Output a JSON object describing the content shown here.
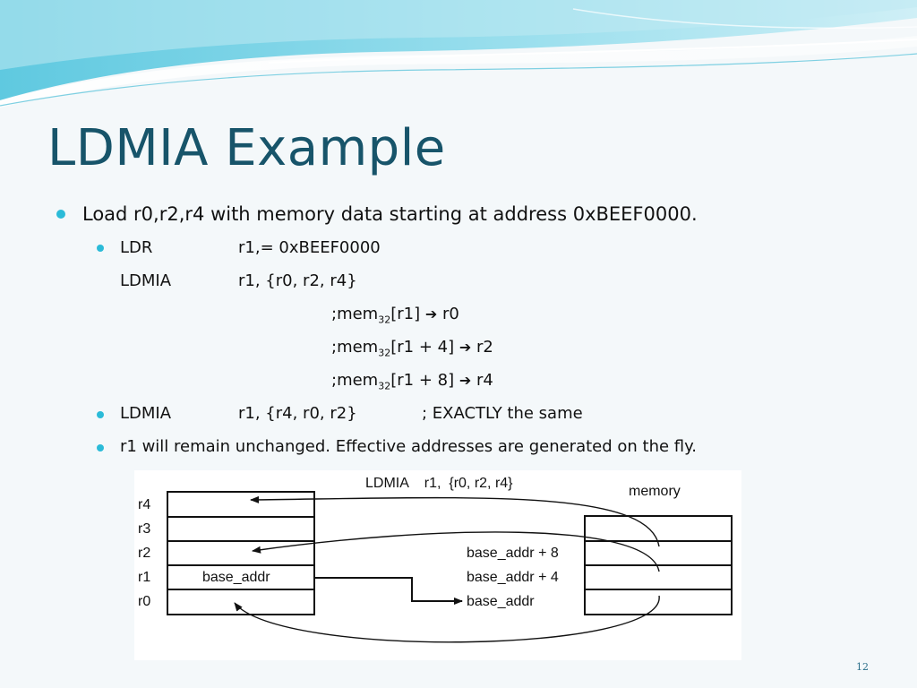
{
  "slide": {
    "title": "LDMIA Example",
    "page_number": "12",
    "bullet1": "Load r0,r2,r4 with memory data starting at address 0xBEEF0000.",
    "code": [
      {
        "op": "LDR",
        "args": "r1,= 0xBEEF0000"
      },
      {
        "op": "LDMIA",
        "args": "r1, {r0, r2, r4}"
      }
    ],
    "comments": [
      {
        "pre": ";mem",
        "sub": "32",
        "post": "[r1]",
        "dest": "r0"
      },
      {
        "pre": ";mem",
        "sub": "32",
        "post": "[r1 + 4]",
        "dest": "r2"
      },
      {
        "pre": ";mem",
        "sub": "32",
        "post": "[r1 + 8]",
        "dest": "r4"
      }
    ],
    "arrow_glyph": "➔",
    "line3": {
      "op": "LDMIA",
      "args": "r1, {r4, r0, r2}",
      "comment": "; EXACTLY the same"
    },
    "line4": "r1 will remain unchanged. Effective addresses are generated on the fly."
  },
  "diagram": {
    "instruction": "LDMIA    r1,  {r0, r2, r4}",
    "memory_label": "memory",
    "registers": [
      "r4",
      "r3",
      "r2",
      "r1",
      "r0"
    ],
    "r1_value": "base_addr",
    "memory_addresses": [
      "base_addr + 8",
      "base_addr + 4",
      "base_addr"
    ]
  }
}
